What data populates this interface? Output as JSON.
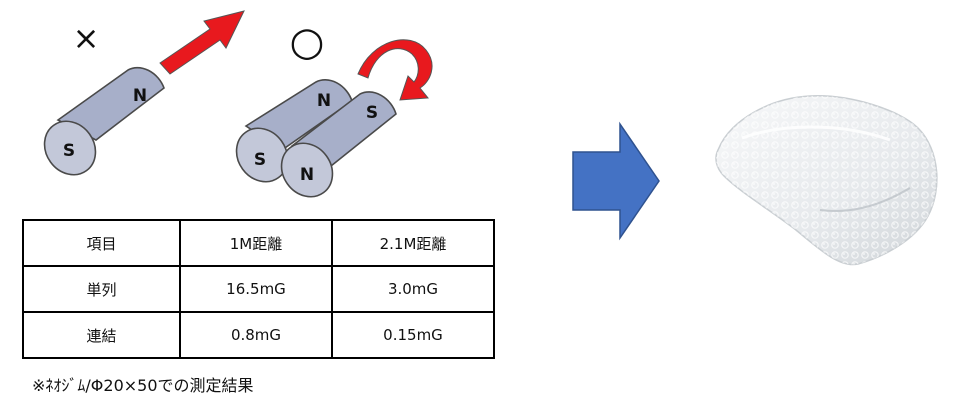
{
  "cross_mark": "×",
  "circle_mark": "○",
  "single_magnet": {
    "pole_a": "S",
    "pole_b": "N"
  },
  "pair_magnets": {
    "back": {
      "pole_near": "S",
      "pole_far": "N"
    },
    "front": {
      "pole_near": "N",
      "pole_far": "S"
    }
  },
  "colors": {
    "arrow_red": "#e8191e",
    "magnet_body": "#a7afc9",
    "magnet_end": "#c3c8d9",
    "flow_arrow": "#4472c4"
  },
  "icons": {
    "repel_arrow": "straight-arrow-icon",
    "flip_arrow": "curved-arrow-icon",
    "flow_arrow": "right-arrow-icon"
  },
  "table": {
    "header": [
      "項目",
      "1M距離",
      "2.1M距離"
    ],
    "rows": [
      [
        "単列",
        "16.5mG",
        "3.0mG"
      ],
      [
        "連結",
        "0.8mG",
        "0.15mG"
      ]
    ]
  },
  "footnote": "※ﾈｵｼﾞﾑ/Φ20×50での測定結果",
  "product_image": {
    "alt": "package wrapped in bubble wrap"
  }
}
